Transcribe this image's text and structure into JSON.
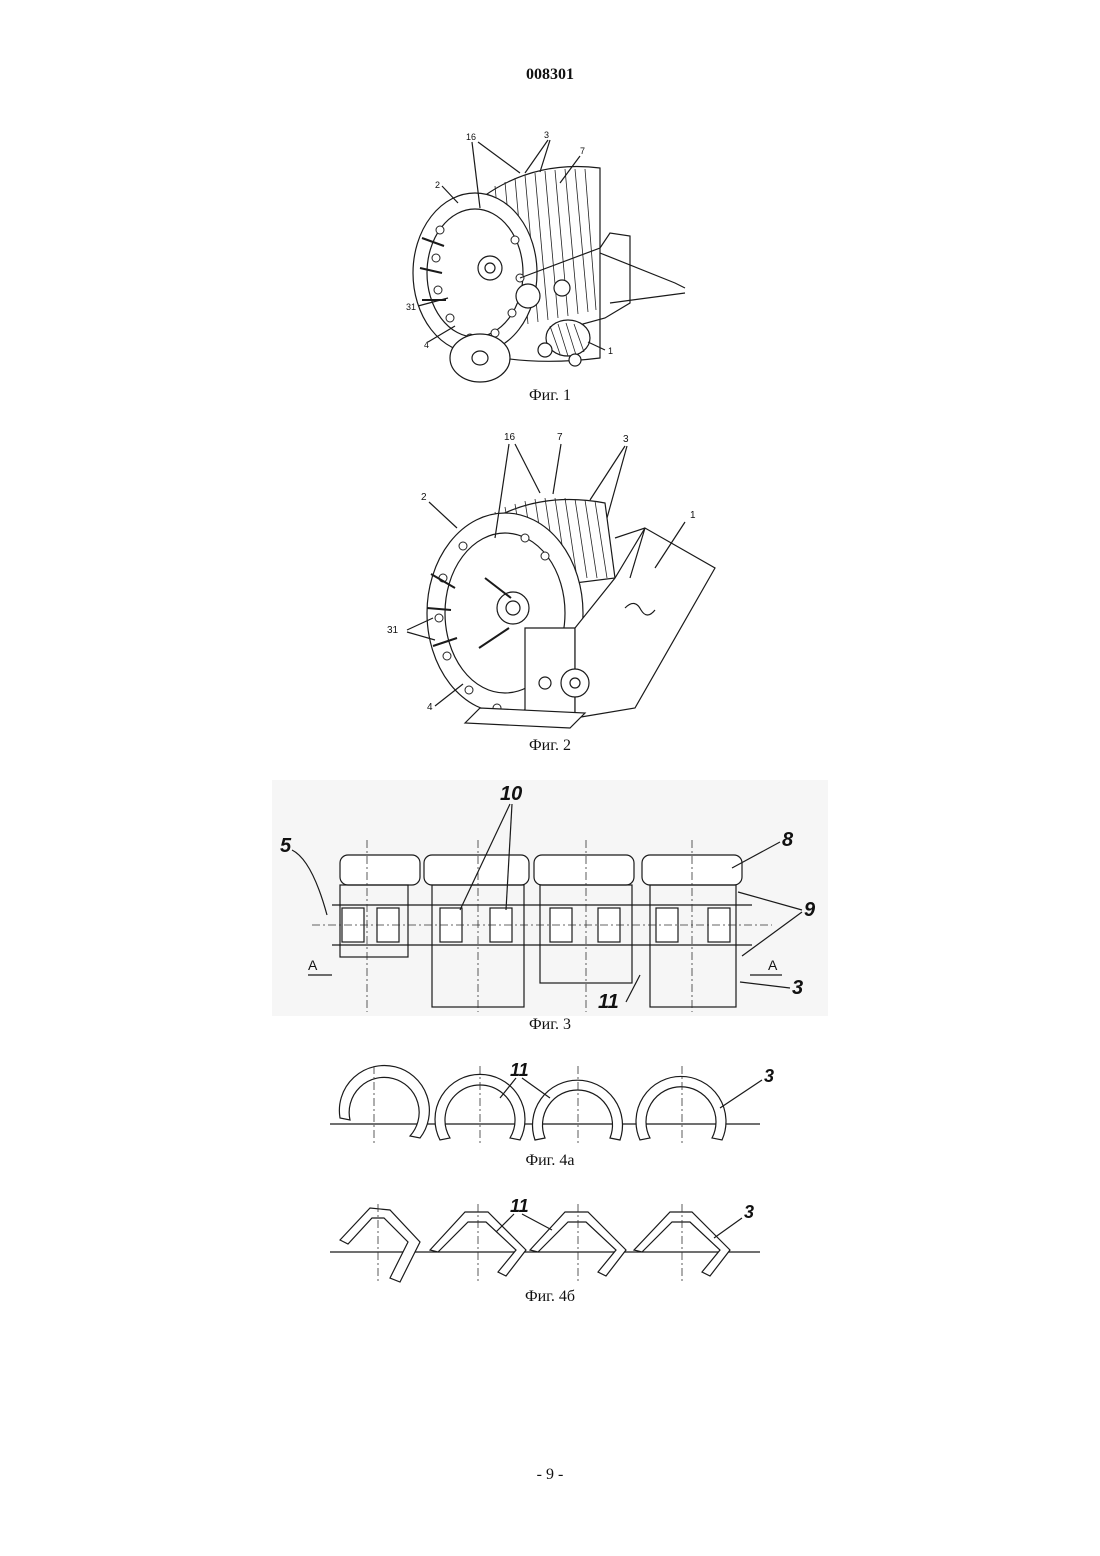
{
  "document": {
    "number": "008301",
    "page_label": "- 9 -"
  },
  "figures": [
    {
      "id": "fig1",
      "caption": "Фиг. 1",
      "callouts": [
        "16",
        "3",
        "7",
        "2",
        "31",
        "4",
        "1"
      ]
    },
    {
      "id": "fig2",
      "caption": "Фиг. 2",
      "callouts": [
        "16",
        "7",
        "3",
        "2",
        "1",
        "31",
        "4"
      ]
    },
    {
      "id": "fig3",
      "caption": "Фиг. 3",
      "callouts": [
        "10",
        "5",
        "8",
        "9",
        "A",
        "A",
        "3",
        "11"
      ]
    },
    {
      "id": "fig4a",
      "caption": "Фиг. 4а",
      "callouts": [
        "11",
        "3"
      ]
    },
    {
      "id": "fig4b",
      "caption": "Фиг. 4б",
      "callouts": [
        "11",
        "3"
      ]
    }
  ]
}
